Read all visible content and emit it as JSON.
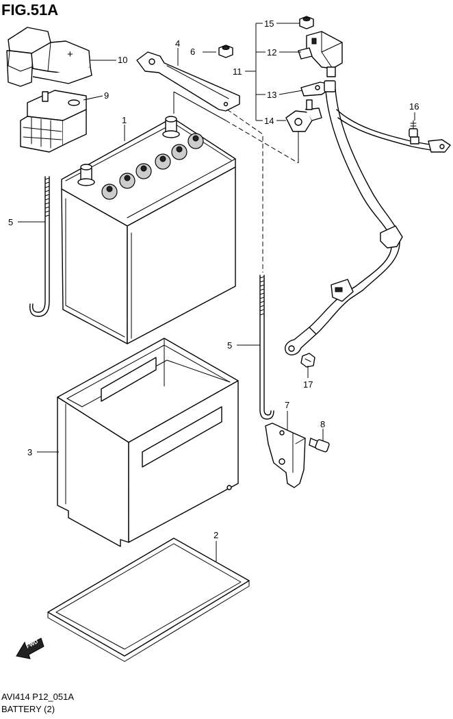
{
  "header": {
    "figure_title": "FIG.51A"
  },
  "footer": {
    "code": "AVI414 P12_051A",
    "caption": "BATTERY (2)"
  },
  "fwd_label": "FWD",
  "plus_symbol": "+",
  "callouts": {
    "c1": "1",
    "c2": "2",
    "c3": "3",
    "c4": "4",
    "c5a": "5",
    "c5b": "5",
    "c6": "6",
    "c7": "7",
    "c8": "8",
    "c9": "9",
    "c10": "10",
    "c11": "11",
    "c12": "12",
    "c13": "13",
    "c14": "14",
    "c15": "15",
    "c16": "16",
    "c17": "17"
  }
}
